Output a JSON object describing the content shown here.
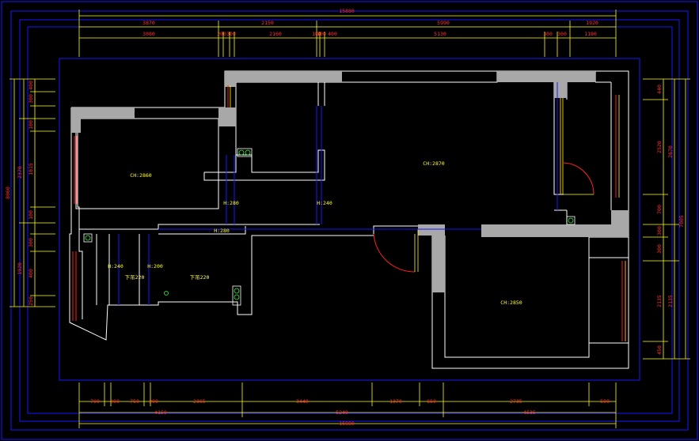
{
  "title": "Floor plan",
  "colors": {
    "background": "#000000",
    "frame": "#1818ff",
    "dimension_line": "#ffff00",
    "dimension_text": "#ff3030",
    "wall": "#ffffff",
    "column": "#a8a8a8",
    "door_arc": "#ff2020",
    "room_label": "#ffff33"
  },
  "dims": {
    "top_total": "15880",
    "top_row1": [
      "3870",
      "2150",
      "5990",
      "1920"
    ],
    "top_row2": [
      "3080",
      "200",
      "300",
      "2160",
      "100",
      "100",
      "400",
      "5130",
      "300",
      "300",
      "1180"
    ],
    "bottom_row1": [
      "700",
      "200",
      "750",
      "200",
      "2365",
      "3440",
      "1370",
      "650",
      "2735",
      "500"
    ],
    "bottom_row2": [
      "4150",
      "5240",
      "4535"
    ],
    "bottom_total": "15880",
    "left_total": "8060",
    "left_row1": [
      "2370",
      "1920"
    ],
    "left_row2": [
      "400",
      "300",
      "100",
      "1815",
      "100",
      "300",
      "400",
      "250"
    ],
    "right_row1": [
      "440",
      "2520",
      "700",
      "300",
      "300",
      "2135",
      "450"
    ],
    "right_row2": [
      "2670",
      "7005",
      "2135"
    ]
  },
  "rooms": [
    {
      "label": "CH:2860"
    },
    {
      "label": "CH:2870"
    },
    {
      "label": "CH:2850"
    },
    {
      "label": "H:280"
    },
    {
      "label": "H:240"
    },
    {
      "label": "H:280"
    },
    {
      "label": "H:240"
    },
    {
      "label": "H:200"
    },
    {
      "label": "下吊220"
    },
    {
      "label": "下吊220"
    }
  ]
}
